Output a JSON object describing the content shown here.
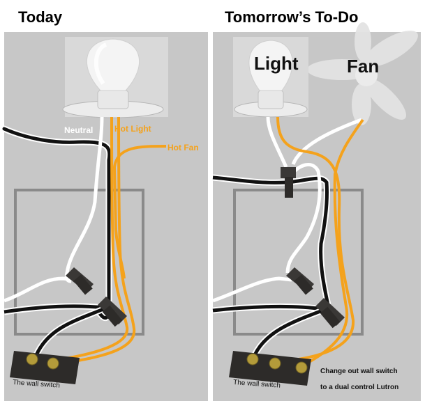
{
  "left": {
    "title": "Today",
    "labels": {
      "neutral": "Neutral",
      "hot_light": "Hot Light",
      "hot_fan": "Hot Fan",
      "wall_switch": "The wall switch"
    }
  },
  "right": {
    "title": "Tomorrow’s To-Do",
    "labels": {
      "light": "Light",
      "fan": "Fan",
      "wall_switch": "The wall switch",
      "note_line1": "Change out wall switch",
      "note_line2": "to a dual control Lutron"
    }
  },
  "colors": {
    "panel_bg": "#c7c7c7",
    "hot_wire": "#f4a21c",
    "neutral_wire": "#ffffff",
    "ground_wire": "#111111",
    "switch_body": "#2d2b29",
    "terminal": "#b39b3a"
  },
  "icons": [
    "light-bulb-icon",
    "ceiling-fan-icon",
    "wire-nut-icon",
    "wall-switch-icon"
  ]
}
